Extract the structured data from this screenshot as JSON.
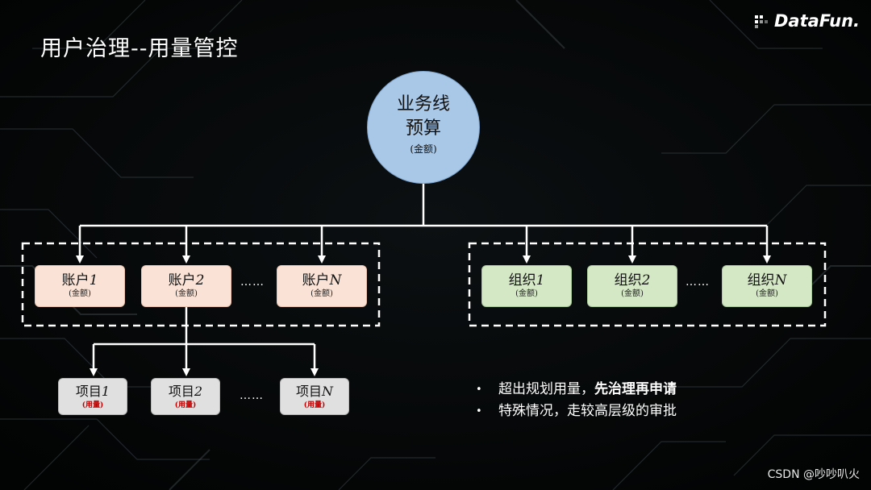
{
  "slide": {
    "title": "用户治理--用量管控",
    "logo_text": "DataFun."
  },
  "root": {
    "line1": "业务线",
    "line2": "预算",
    "sub": "(金额)"
  },
  "accounts": [
    {
      "label": "账户",
      "index": "1",
      "sub": "(金额)"
    },
    {
      "label": "账户",
      "index": "2",
      "sub": "(金额)"
    },
    {
      "label": "账户",
      "index": "N",
      "sub": "(金额)"
    }
  ],
  "accounts_ellipsis": "……",
  "organizations": [
    {
      "label": "组织",
      "index": "1",
      "sub": "(金额)"
    },
    {
      "label": "组织",
      "index": "2",
      "sub": "(金额)"
    },
    {
      "label": "组织",
      "index": "N",
      "sub": "(金额)"
    }
  ],
  "organizations_ellipsis": "……",
  "projects": [
    {
      "label": "项目",
      "index": "1",
      "sub": "(用量)"
    },
    {
      "label": "项目",
      "index": "2",
      "sub": "(用量)"
    },
    {
      "label": "项目",
      "index": "N",
      "sub": "(用量)"
    }
  ],
  "projects_ellipsis": "……",
  "bullets": [
    {
      "marker": "•",
      "text": "超出规划用量，",
      "bold": "先治理再申请"
    },
    {
      "marker": "•",
      "text": "特殊情况，走较高层级的审批",
      "bold": ""
    }
  ],
  "watermark": "CSDN @吵吵叭火"
}
